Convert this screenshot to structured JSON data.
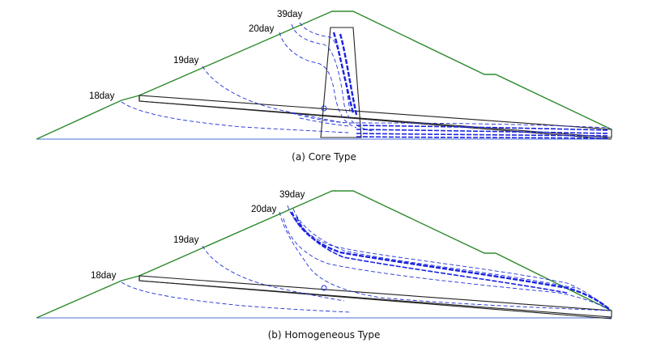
{
  "panels": [
    {
      "id": "core",
      "caption": "(a) Core Type",
      "labels": [
        "39day",
        "20day",
        "19day",
        "18day"
      ]
    },
    {
      "id": "homogeneous",
      "caption": "(b) Homogeneous Type",
      "labels": [
        "39day",
        "20day",
        "19day",
        "18day"
      ]
    }
  ]
}
